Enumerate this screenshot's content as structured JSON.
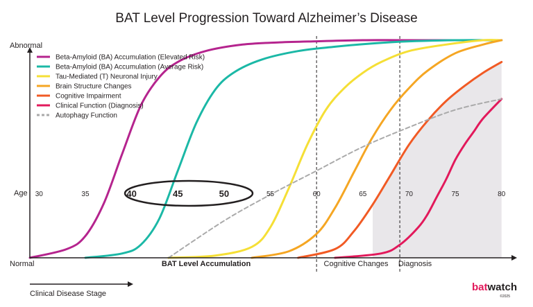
{
  "chart_data": {
    "type": "line",
    "title": "BAT Level Progression Toward Alzheimer’s Disease",
    "y_axis": {
      "top_label": "Abnormal",
      "bottom_label": "Normal",
      "ylim": [
        0,
        100
      ]
    },
    "x_axis": {
      "label": "BAT Level Accumulation",
      "tick_prefix_label": "Age",
      "ticks": [
        "30",
        "35",
        "40",
        "45",
        "50",
        "55",
        "60",
        "65",
        "70",
        "75",
        "80"
      ],
      "highlighted_ticks": [
        "40",
        "45",
        "50"
      ],
      "xlim": [
        29,
        81
      ]
    },
    "regions": [
      {
        "label": "Cognitive Changes",
        "start": 60,
        "end": 69
      },
      {
        "label": "Diagnosis",
        "start": 69,
        "end": 81
      }
    ],
    "stage_arrow_label": "Clinical Disease Stage",
    "series": [
      {
        "name": "Beta-Amyloid (BA) Accumulation (Elevated Risk)",
        "color": "#b5248e",
        "style": "solid",
        "x": [
          29,
          33,
          35,
          37,
          39,
          41,
          43,
          45,
          48,
          52,
          56,
          60,
          65,
          70,
          80
        ],
        "y": [
          0,
          4,
          10,
          25,
          48,
          70,
          83,
          90,
          95,
          98,
          99,
          99.5,
          100,
          100,
          100
        ]
      },
      {
        "name": "Beta-Amyloid (BA) Accumulation (Average Risk)",
        "color": "#1bb8a6",
        "style": "solid",
        "x": [
          35,
          39,
          41,
          43,
          45,
          47,
          49,
          51,
          54,
          58,
          62,
          66,
          70,
          75,
          80
        ],
        "y": [
          0,
          2,
          6,
          18,
          40,
          62,
          77,
          85,
          91,
          95,
          97,
          98.5,
          99.5,
          100,
          100
        ]
      },
      {
        "name": "Tau-Mediated (T) Neuronal Injury",
        "color": "#f5df36",
        "style": "solid",
        "x": [
          44,
          49,
          53,
          55,
          57,
          59,
          61,
          63,
          65,
          67,
          70,
          74,
          78,
          80
        ],
        "y": [
          0,
          1,
          5,
          14,
          32,
          52,
          68,
          78,
          85,
          90,
          95,
          98,
          100,
          100
        ]
      },
      {
        "name": "Brain Structure Changes",
        "color": "#f5a623",
        "style": "solid",
        "x": [
          53,
          57,
          60,
          62,
          64,
          66,
          68,
          70,
          72,
          75,
          78,
          80
        ],
        "y": [
          0,
          3,
          11,
          23,
          39,
          55,
          68,
          78,
          86,
          94,
          98,
          100
        ]
      },
      {
        "name": "Cognitive Impairment",
        "color": "#f15a24",
        "style": "solid",
        "x": [
          58,
          62,
          64,
          66,
          68,
          70,
          72,
          74,
          76,
          78,
          80
        ],
        "y": [
          0,
          4,
          12,
          24,
          38,
          52,
          63,
          72,
          79,
          85,
          90
        ]
      },
      {
        "name": "Clinical Function (Diagnosis)",
        "color": "#e2195b",
        "style": "solid",
        "x": [
          62,
          67,
          69,
          71,
          72,
          73,
          74,
          75,
          76,
          77,
          78,
          80
        ],
        "y": [
          0,
          2,
          6,
          14,
          20,
          28,
          36,
          45,
          52,
          58,
          64,
          73
        ]
      },
      {
        "name": "Autophagy Function",
        "color": "#aaaaaa",
        "style": "dashed",
        "x": [
          44,
          50,
          55,
          60,
          65,
          70,
          75,
          80
        ],
        "y": [
          0,
          17,
          29,
          40,
          51,
          60,
          68,
          73
        ]
      }
    ]
  },
  "brand": {
    "name_part1": "bat",
    "name_part2": "watch",
    "copyright": "©2025"
  }
}
